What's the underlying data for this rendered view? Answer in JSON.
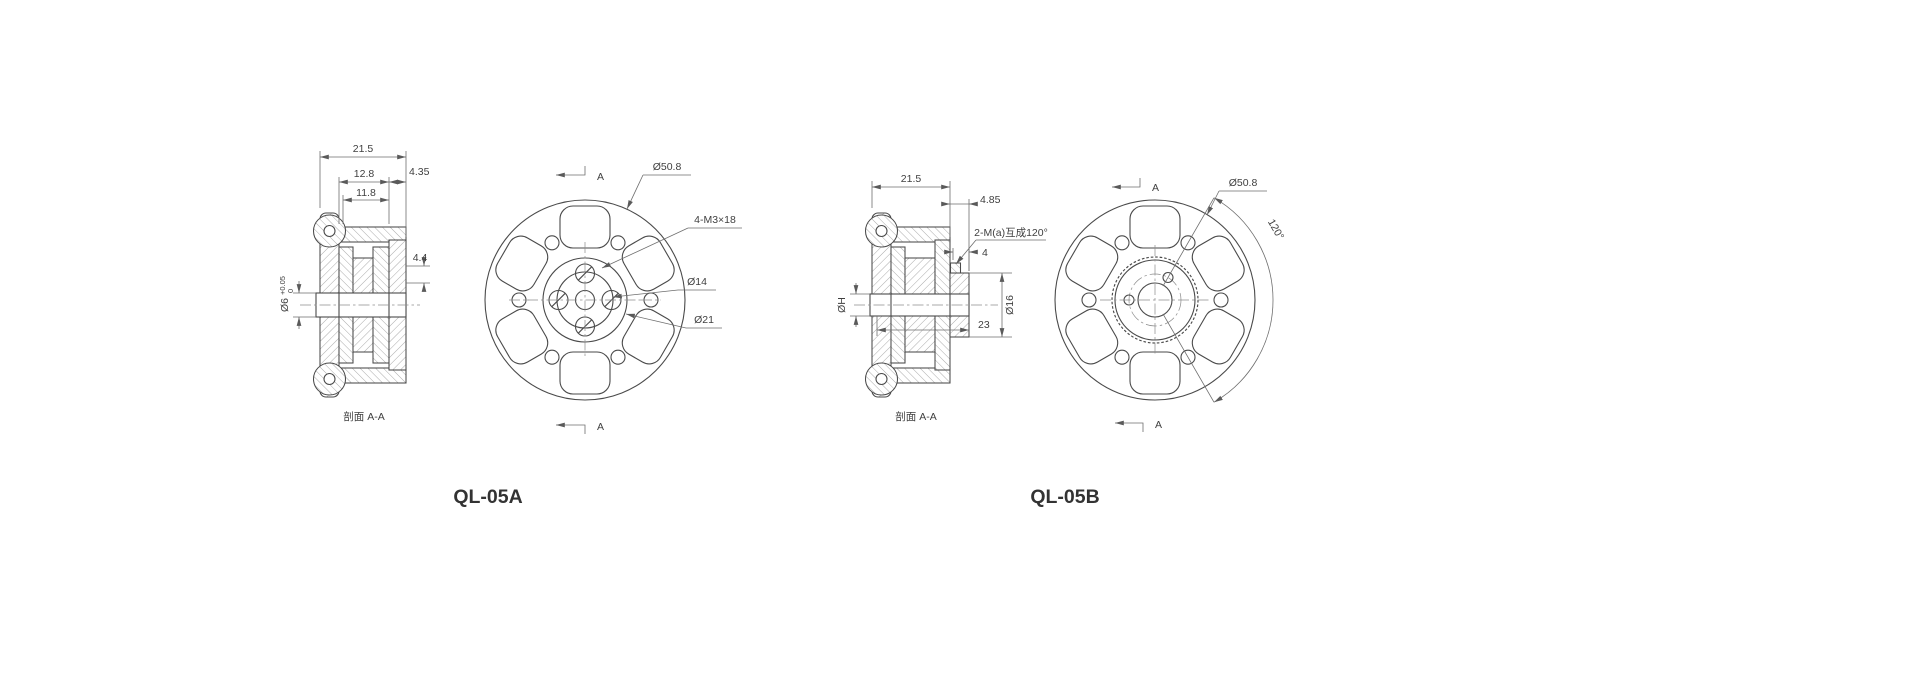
{
  "canvas": {
    "background": "#ffffff",
    "line_color": "#4a4a4a"
  },
  "part_a": {
    "title": "QL-05A",
    "section_view": {
      "label": "剖面 A-A",
      "dim_total_width": "21.5",
      "dim_mid_width": "12.8",
      "dim_right_offset": "4.35",
      "dim_inner_width": "11.8",
      "dim_step": "4.4",
      "dim_bore": "Ø6",
      "dim_bore_tol_upper": "+0.05",
      "dim_bore_tol_lower": "0"
    },
    "front_view": {
      "dim_outer_dia": "Ø50.8",
      "dim_screws": "4-M3×18",
      "dim_hub_dia": "Ø14",
      "dim_pitch_dia": "Ø21",
      "section_mark": "A"
    }
  },
  "part_b": {
    "title": "QL-05B",
    "section_view": {
      "label": "剖面 A-A",
      "dim_total_width": "21.5",
      "dim_offset": "4.85",
      "dim_setscrews": "2-M(a)互成120°",
      "dim_step": "4",
      "dim_bore": "ØH",
      "dim_hub_dia": "Ø16",
      "dim_hub_length": "23"
    },
    "front_view": {
      "dim_outer_dia": "Ø50.8",
      "dim_angle": "120°",
      "section_mark": "A"
    }
  }
}
